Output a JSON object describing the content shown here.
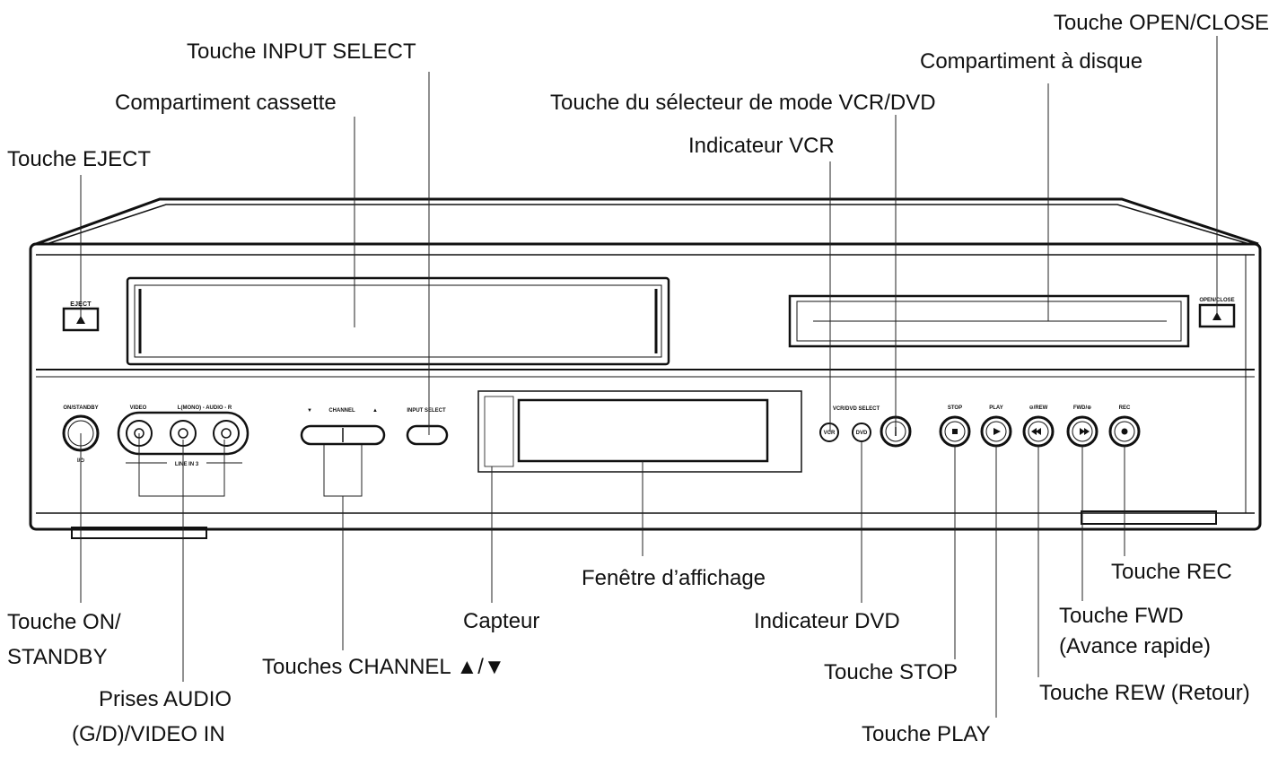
{
  "callouts": {
    "open_close": "Touche OPEN/CLOSE",
    "input_select": "Touche INPUT SELECT",
    "disc_tray": "Compartiment à disque",
    "cassette": "Compartiment cassette",
    "mode_selector": "Touche du sélecteur de mode VCR/DVD",
    "eject": "Touche EJECT",
    "vcr_indicator": "Indicateur VCR",
    "rec": "Touche REC",
    "display_window": "Fenêtre d’affichage",
    "on_standby_1": "Touche ON/",
    "on_standby_2": "STANDBY",
    "sensor": "Capteur",
    "dvd_indicator": "Indicateur DVD",
    "fwd_1": "Touche FWD",
    "fwd_2": "(Avance rapide)",
    "channel_keys": "Touches CHANNEL ▲/▼",
    "stop": "Touche STOP",
    "rew": "Touche REW (Retour)",
    "audio_in_1": "Prises AUDIO",
    "audio_in_2": "(G/D)/VIDEO IN",
    "play": "Touche PLAY"
  },
  "panel": {
    "eject": "EJECT",
    "open_close": "OPEN/CLOSE",
    "on_standby": "ON/STANDBY",
    "power_symbol": "I/⏻",
    "video": "VIDEO",
    "audio_lr": "L(MONO) - AUDIO - R",
    "line_in": "LINE IN 3",
    "channel_down": "▼",
    "channel": "CHANNEL",
    "channel_up": "▲",
    "input_select": "INPUT SELECT",
    "vcr_dvd_select": "VCR/DVD SELECT",
    "vcr": "VCR",
    "dvd": "DVD",
    "stop": "STOP",
    "play": "PLAY",
    "rew": "⊖/REW",
    "fwd": "FWD/⊕",
    "rec": "REC"
  }
}
